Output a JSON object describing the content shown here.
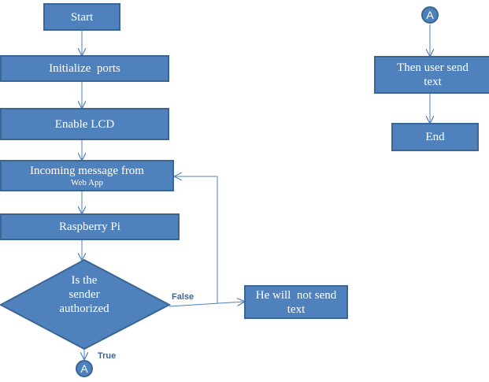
{
  "flowchart": {
    "start": "Start",
    "init_ports": "Initialize  ports",
    "enable_lcd": "Enable LCD",
    "incoming_message_line1": "Incoming message from",
    "incoming_message_line2": "Web App",
    "raspberry_pi": "Raspberry Pi",
    "decision_line1": "Is the",
    "decision_line2": "sender",
    "decision_line3": "authorized",
    "false_label": "False",
    "true_label": "True",
    "not_send_line1": "He will  not send",
    "not_send_line2": "text",
    "connector_bottom": "A",
    "connector_top": "A",
    "user_send_line1": "Then user send",
    "user_send_line2": "text",
    "end": "End"
  },
  "colors": {
    "fill": "#4f81bd",
    "border": "#3a6595",
    "text": "#ffffff",
    "label": "#3a6595"
  }
}
